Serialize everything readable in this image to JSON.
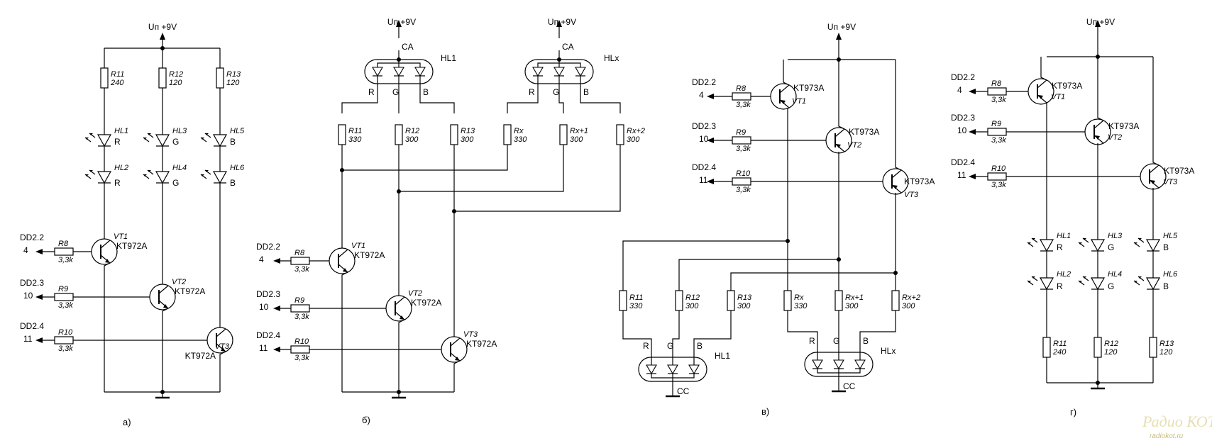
{
  "supply_label": "Uп +9V",
  "common_anode": "CA",
  "common_cathode": "CC",
  "led_modules": [
    "HL1",
    "HLx"
  ],
  "channel_letters": [
    "R",
    "G",
    "B"
  ],
  "port_labels": [
    "DD2.2",
    "DD2.3",
    "DD2.4"
  ],
  "port_pins": [
    "4",
    "10",
    "11"
  ],
  "base_resistors": [
    "R8",
    "R9",
    "R10"
  ],
  "base_resistor_value": "3,3k",
  "transistors": [
    "VT1",
    "VT2",
    "VT3"
  ],
  "transistor_types": [
    "KT972A",
    "KT973A"
  ],
  "led_names": [
    "HL1",
    "HL2",
    "HL3",
    "HL4",
    "HL5",
    "HL6"
  ],
  "led_colors": [
    "R",
    "G",
    "B"
  ],
  "led_resistors": [
    "R11",
    "R12",
    "R13"
  ],
  "led_resistor_values_a": [
    "240",
    "120",
    "120"
  ],
  "led_resistor_values_b": [
    "330",
    "300",
    "300"
  ],
  "extra_resistors": [
    "Rx",
    "Rx+1",
    "Rx+2"
  ],
  "extra_resistor_values": [
    "330",
    "300",
    "300"
  ],
  "captions": [
    "а)",
    "б)",
    "в)",
    "г)"
  ],
  "watermark": {
    "logo": "Радио КОТ",
    "site": "radiokot.ru"
  }
}
